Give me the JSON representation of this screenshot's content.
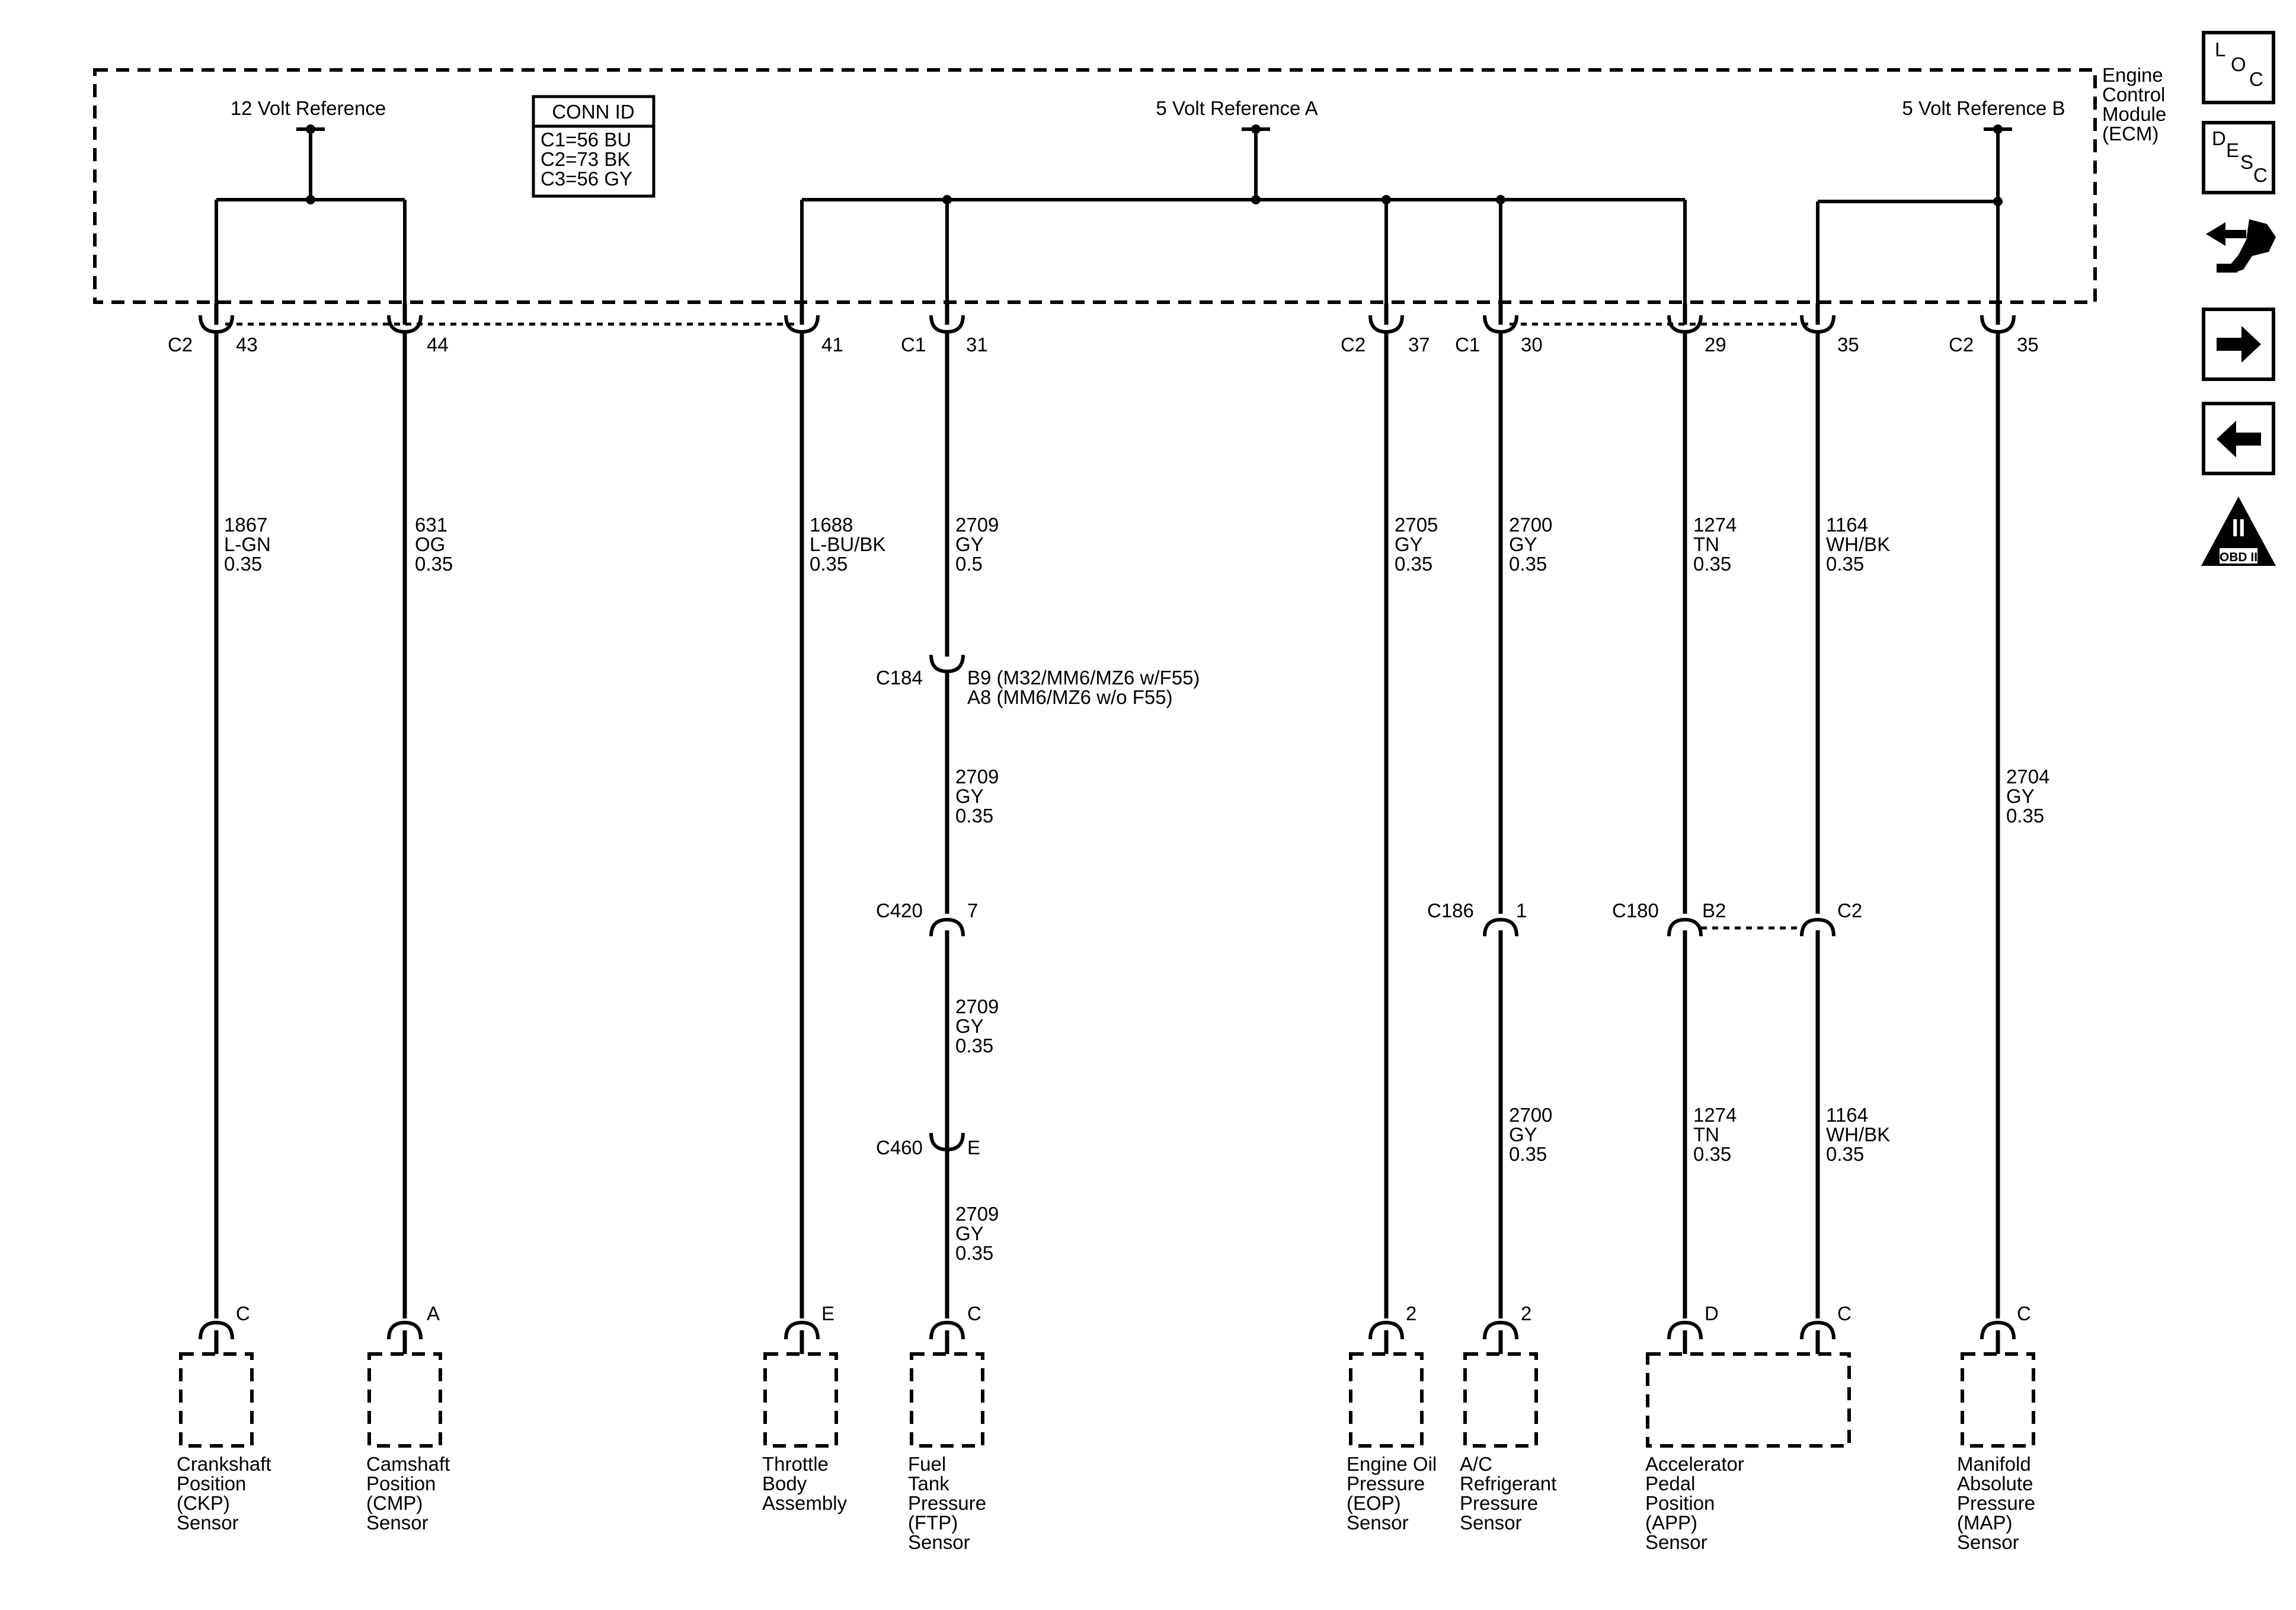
{
  "module": {
    "label_lines": [
      "Engine",
      "Control",
      "Module",
      "(ECM)"
    ]
  },
  "references": {
    "v12": "12 Volt Reference",
    "v5a": "5 Volt Reference A",
    "v5b": "5 Volt Reference B"
  },
  "conn_id": {
    "title": "CONN ID",
    "lines": [
      "C1=56 BU",
      "C2=73 BK",
      "C3=56 GY"
    ]
  },
  "ecm_pins": {
    "ckp": {
      "connector": "C2",
      "pin": "43"
    },
    "cmp": {
      "pin": "44"
    },
    "tb": {
      "pin": "41"
    },
    "ftp": {
      "connector": "C1",
      "pin": "31"
    },
    "eop": {
      "connector": "C2",
      "pin": "37"
    },
    "ac": {
      "connector": "C1",
      "pin": "30"
    },
    "app_d": {
      "pin": "29"
    },
    "app_c": {
      "pin": "35"
    },
    "map": {
      "connector": "C2",
      "pin": "35"
    }
  },
  "wires": {
    "ckp": [
      "1867",
      "L-GN",
      "0.35"
    ],
    "cmp": [
      "631",
      "OG",
      "0.35"
    ],
    "tb": [
      "1688",
      "L-BU/BK",
      "0.35"
    ],
    "ftp_1": [
      "2709",
      "GY",
      "0.5"
    ],
    "ftp_2": [
      "2709",
      "GY",
      "0.35"
    ],
    "ftp_3": [
      "2709",
      "GY",
      "0.35"
    ],
    "ftp_4": [
      "2709",
      "GY",
      "0.35"
    ],
    "eop": [
      "2705",
      "GY",
      "0.35"
    ],
    "ac_1": [
      "2700",
      "GY",
      "0.35"
    ],
    "ac_2": [
      "2700",
      "GY",
      "0.35"
    ],
    "app_d_1": [
      "1274",
      "TN",
      "0.35"
    ],
    "app_d_2": [
      "1274",
      "TN",
      "0.35"
    ],
    "app_c_1": [
      "1164",
      "WH/BK",
      "0.35"
    ],
    "app_c_2": [
      "1164",
      "WH/BK",
      "0.35"
    ],
    "map": [
      "2704",
      "GY",
      "0.35"
    ]
  },
  "inline_connectors": {
    "c184": {
      "name": "C184",
      "pins": [
        "B9 (M32/MM6/MZ6 w/F55)",
        "A8 (MM6/MZ6 w/o F55)"
      ]
    },
    "c420": {
      "name": "C420",
      "pin": "7"
    },
    "c460": {
      "name": "C460",
      "pin": "E"
    },
    "c186": {
      "name": "C186",
      "pin": "1"
    },
    "c180": {
      "name": "C180",
      "pin_d": "B2",
      "pin_c": "C2"
    }
  },
  "sensor_pins": {
    "ckp": "C",
    "cmp": "A",
    "tb": "E",
    "ftp": "C",
    "eop": "2",
    "ac": "2",
    "app_d": "D",
    "app_c": "C",
    "map": "C"
  },
  "sensors": {
    "ckp": [
      "Crankshaft",
      "Position",
      "(CKP)",
      "Sensor"
    ],
    "cmp": [
      "Camshaft",
      "Position",
      "(CMP)",
      "Sensor"
    ],
    "tb": [
      "Throttle",
      "Body",
      "Assembly"
    ],
    "ftp": [
      "Fuel",
      "Tank",
      "Pressure",
      "(FTP)",
      "Sensor"
    ],
    "eop": [
      "Engine Oil",
      "Pressure",
      "(EOP)",
      "Sensor"
    ],
    "ac": [
      "A/C",
      "Refrigerant",
      "Pressure",
      "Sensor"
    ],
    "app": [
      "Accelerator",
      "Pedal",
      "Position",
      "(APP)",
      "Sensor"
    ],
    "map": [
      "Manifold",
      "Absolute",
      "Pressure",
      "(MAP)",
      "Sensor"
    ]
  },
  "nav": {
    "loc": [
      "L",
      "O",
      "C"
    ],
    "desc": [
      "D",
      "E",
      "S",
      "C"
    ],
    "obd": {
      "numeral": "II",
      "label": "OBD II"
    }
  }
}
